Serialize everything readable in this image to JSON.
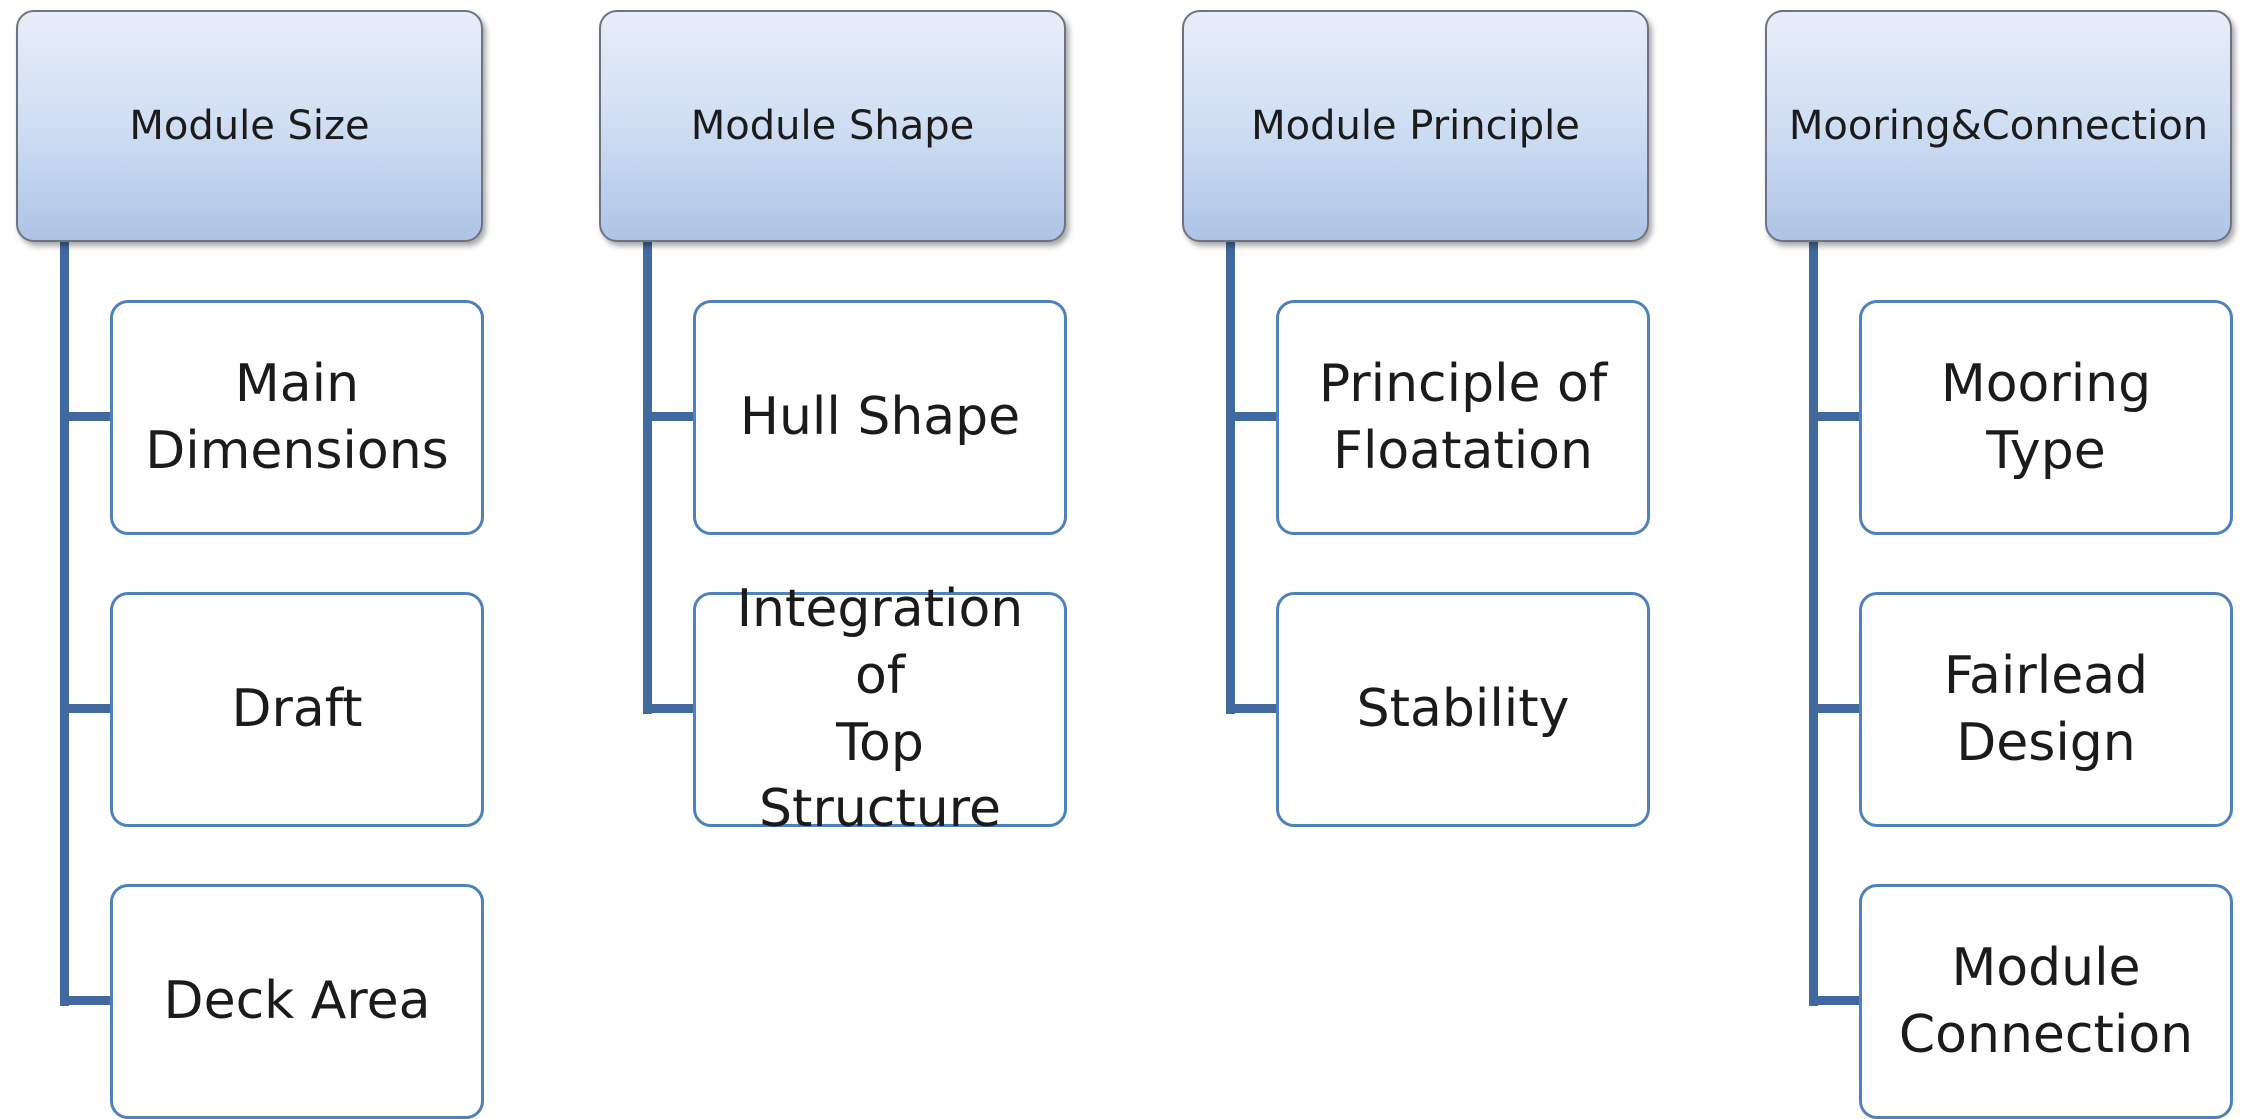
{
  "diagram": {
    "columns": [
      {
        "header": "Module Size",
        "children": [
          "Main\nDimensions",
          "Draft",
          "Deck Area"
        ]
      },
      {
        "header": "Module Shape",
        "children": [
          "Hull Shape",
          "Integration of\nTop Structure"
        ]
      },
      {
        "header": "Module Principle",
        "children": [
          "Principle of\nFloatation",
          "Stability"
        ]
      },
      {
        "header": "Mooring&Connection",
        "children": [
          "Mooring\nType",
          "Fairlead\nDesign",
          "Module\nConnection"
        ]
      }
    ],
    "colors": {
      "header_top": "#e6eef9",
      "header_bottom": "#aec4e6",
      "header_border": "#6d7480",
      "child_border": "#4f81bd",
      "connector": "#41699e"
    }
  }
}
